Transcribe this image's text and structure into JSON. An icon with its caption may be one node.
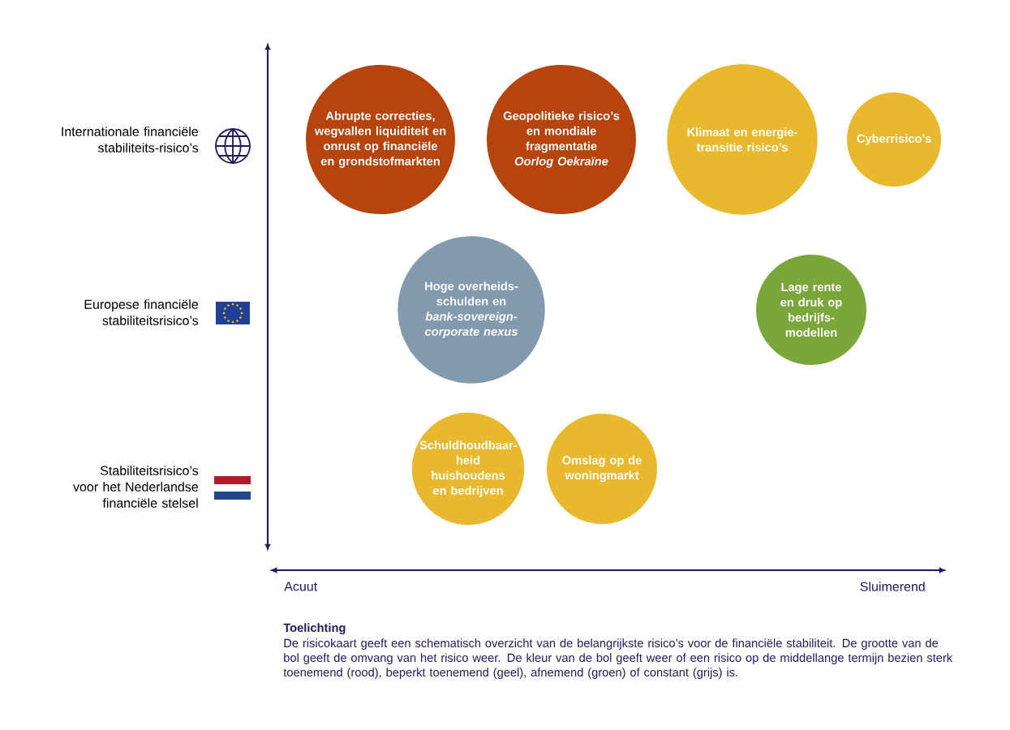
{
  "diagram": {
    "nodes": [
      {
        "text": [
          "Abrupte correcties, wegvallen liquiditeit en onrust op financiële en grondstofmarkten"
        ]
      },
      {
        "text": [
          "Geopolitieke risico’s en mondiale fragmentatie",
          "Oorlog Oekraïne"
        ]
      },
      {
        "text": [
          "Klimaat en energie-transitie risico’s"
        ]
      },
      {
        "text": [
          "Cyberrisico’s"
        ]
      },
      {
        "text": [
          "Hoge overheids-schulden en",
          "bank-sovereign-corporate nexus"
        ]
      },
      {
        "text": [
          "Lage rente en druk op bedrijfs-modellen"
        ]
      },
      {
        "text": [
          "Schuldhoudbaar-heid huishoudens en bedrijven"
        ]
      },
      {
        "text": [
          "Omslag op de woningmarkt"
        ]
      }
    ],
    "edges": [],
    "labels": [
      "Internationale financiële stabiliteits-risico’s",
      "Europese financiële stabiliteitsrisico’s",
      "Stabiliteitsrisico’s voor het Nederlandse financiële stelsel",
      "Acuut",
      "Sluimerend",
      "Toelichting",
      "De risicokaart geeft een schematisch overzicht van de belangrijkste risico’s voor de financiële stabiliteit. De grootte van de bol geeft de omvang van het risico weer. De kleur van de bol geeft weer of een risico op de middellange termijn bezien sterk toenemend (rood), beperkt toenemend (geel), afnemend (groen) of constant (grijs) is."
    ]
  }
}
